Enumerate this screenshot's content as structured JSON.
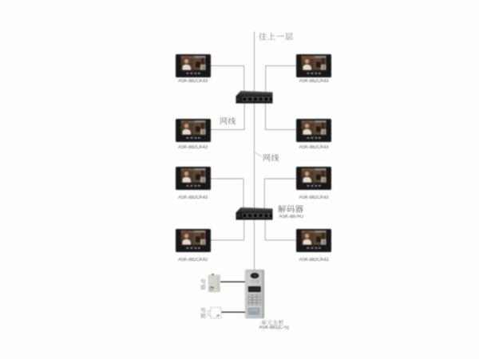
{
  "diagram": {
    "type": "video-intercom-system-wiring",
    "background": "#fefefe",
    "line_color": "#ababab",
    "dark_line_color": "#3f3f3f",
    "text_color": "#4c4c4c"
  },
  "labels": {
    "up_floor": "往上一层",
    "cable_left": "网线",
    "cable_trunk": "网线"
  },
  "monitors": [
    {
      "side": "left",
      "row": 1,
      "label": "ASK-882CK43"
    },
    {
      "side": "right",
      "row": 1,
      "label": "ASK-882CK43"
    },
    {
      "side": "left",
      "row": 2,
      "label": "ASK-882CK43"
    },
    {
      "side": "right",
      "row": 2,
      "label": "ASK-882CK43"
    },
    {
      "side": "left",
      "row": 3,
      "label": "ASK-882CK43"
    },
    {
      "side": "right",
      "row": 3,
      "label": "ASK-882CK43"
    },
    {
      "side": "left",
      "row": 4,
      "label": "ASK-882CK43"
    },
    {
      "side": "right",
      "row": 4,
      "label": "ASK-882CK43"
    }
  ],
  "switches": [
    {
      "position": "upper"
    },
    {
      "position": "lower",
      "name": "解码器",
      "model": "ASK-887RJ"
    }
  ],
  "door_station": {
    "name": "单元主机",
    "model": "ASK-881(C-S)"
  },
  "power_supply": {
    "label": "电源"
  },
  "electric_lock": {
    "label": "电锁"
  }
}
